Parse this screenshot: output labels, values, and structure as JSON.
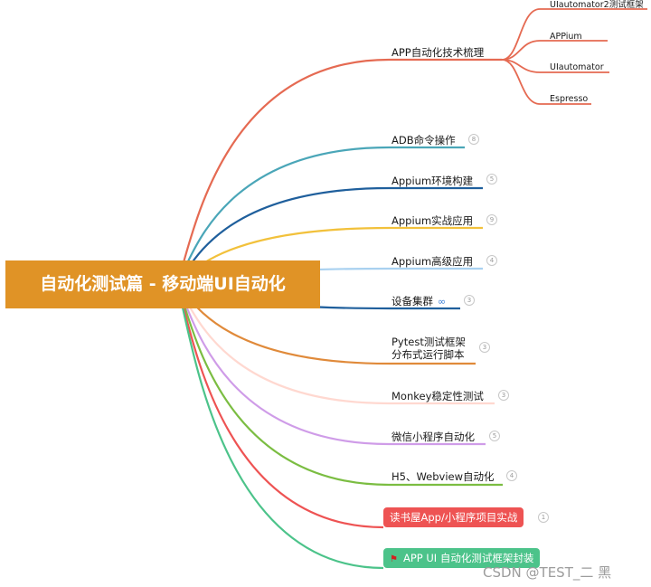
{
  "root": {
    "title": "自动化测试篇 - 移动端UI自动化"
  },
  "branches": [
    {
      "label": "APP自动化技术梳理",
      "color": "#e56a52",
      "children": [
        "UIautomator2测试框架",
        "APPium",
        "UIautomator",
        "Espresso"
      ]
    },
    {
      "label": "ADB命令操作",
      "count": "8",
      "color": "#4aa6b8"
    },
    {
      "label": "Appium环境构建",
      "count": "5",
      "color": "#1f5f9c"
    },
    {
      "label": "Appium实战应用",
      "count": "9",
      "color": "#f2c13b"
    },
    {
      "label": "Appium高级应用",
      "count": "4",
      "color": "#a9d1f0"
    },
    {
      "label": "设备集群",
      "count": "3",
      "color": "#1f5f9c",
      "link_icon": "∞"
    },
    {
      "label_lines": [
        "Pytest测试框架",
        "分布式运行脚本"
      ],
      "count": "3",
      "color": "#e08a3a"
    },
    {
      "label": "Monkey稳定性测试",
      "count": "3",
      "color": "#ffd8d0"
    },
    {
      "label": "微信小程序自动化",
      "count": "5",
      "color": "#cf9ce8"
    },
    {
      "label": "H5、Webview自动化",
      "count": "4",
      "color": "#7bbd42"
    },
    {
      "label": "读书屋App/小程序项目实战",
      "count": "1",
      "color": "#ee5353",
      "style": "pill"
    },
    {
      "label": "APP UI 自动化测试框架封装",
      "color": "#4cc38a",
      "style": "pill",
      "flag_icon": "⚑"
    }
  ],
  "watermark": "CSDN @TEST_二 黑"
}
